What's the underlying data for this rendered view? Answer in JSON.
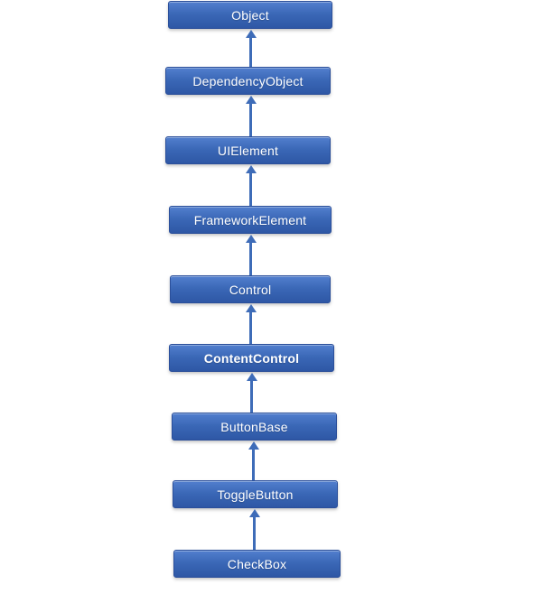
{
  "diagram": {
    "type": "inheritance-hierarchy",
    "arrow_direction": "up",
    "nodes": [
      {
        "label": "Object",
        "emphasis": false
      },
      {
        "label": "DependencyObject",
        "emphasis": false
      },
      {
        "label": "UIElement",
        "emphasis": false
      },
      {
        "label": "FrameworkElement",
        "emphasis": false
      },
      {
        "label": "Control",
        "emphasis": false
      },
      {
        "label": "ContentControl",
        "emphasis": true
      },
      {
        "label": "ButtonBase",
        "emphasis": false
      },
      {
        "label": "ToggleButton",
        "emphasis": false
      },
      {
        "label": "CheckBox",
        "emphasis": false
      }
    ],
    "colors": {
      "background": "#ffffff",
      "node_fill_top": "#527fce",
      "node_fill_mid": "#3a67b6",
      "node_fill_bottom": "#2e57a5",
      "node_border": "#2b4f9a",
      "arrow": "#3e6cb8",
      "text": "#ffffff"
    }
  }
}
